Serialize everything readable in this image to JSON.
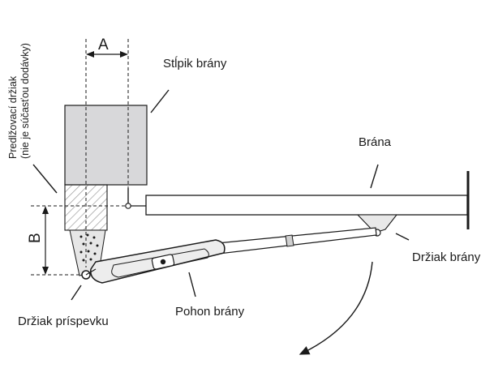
{
  "labels": {
    "dim_a": "A",
    "dim_b": "B",
    "gate_post": "Stĺpik brány",
    "gate": "Brána",
    "gate_bracket": "Držiak brány",
    "gate_operator": "Pohon brány",
    "post_bracket": "Držiak príspevku",
    "extension_bracket_line1": "Predlžovací držiak",
    "extension_bracket_line2": "(nie je súčasťou dodávky)"
  },
  "colors": {
    "post_fill": "#d8d8da",
    "outline": "#1a1a1a",
    "hatch": "#9a9a9a",
    "operator_fill": "#ededed"
  }
}
